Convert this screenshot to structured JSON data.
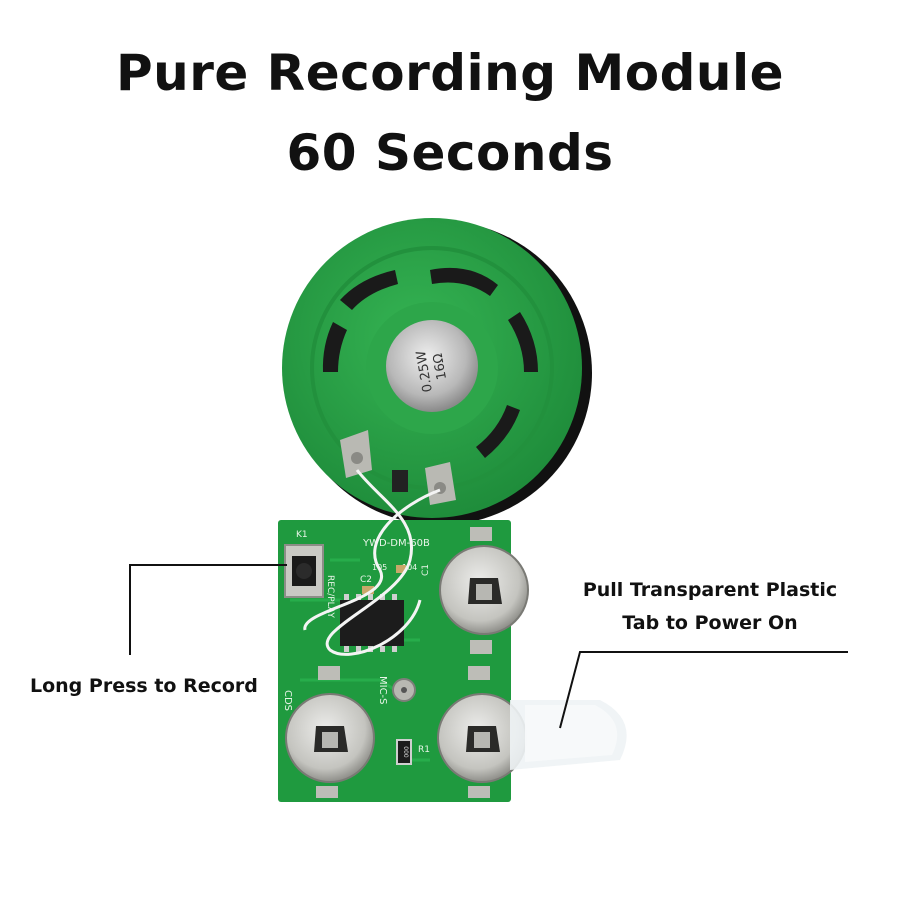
{
  "title": {
    "line1": "Pure Recording Module",
    "line2": "60 Seconds"
  },
  "callouts": {
    "record": "Long Press to Record",
    "power_line1": "Pull Transparent Plastic",
    "power_line2": "Tab to Power On"
  },
  "speaker": {
    "cap_line1": "0.25W",
    "cap_line2": "16Ω"
  },
  "pcb": {
    "model": "YWD-DM-60B",
    "button_label": "REC/PLAY",
    "cds_label": "CDS",
    "mic_label": "MIC-S",
    "r1_label": "R1",
    "c1_label": "C1",
    "c2_label": "C2",
    "k1_label": "K1",
    "cap_value": "105",
    "cap_value2": "104",
    "resistor_code": "000"
  },
  "colors": {
    "pcb_green": "#1f9a3f",
    "speaker_green": "#2ea84a",
    "cell_silver": "#c9c9c4"
  }
}
